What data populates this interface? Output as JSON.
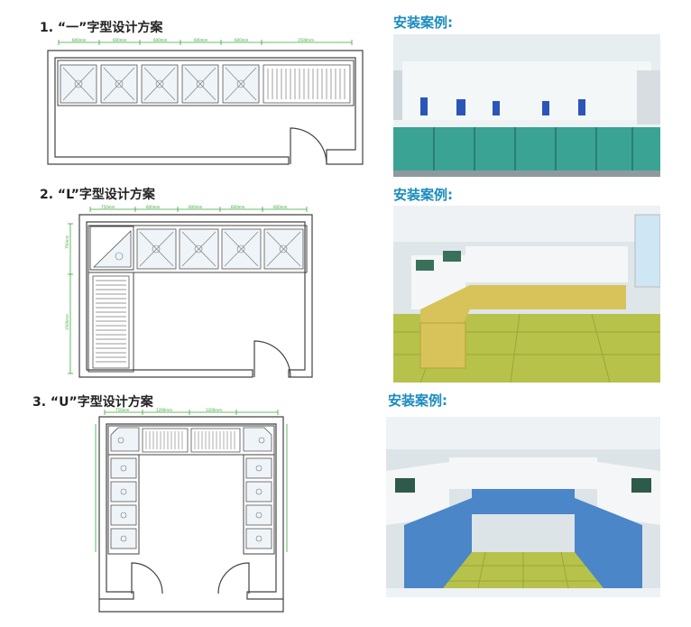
{
  "layouts": [
    {
      "title": "1. “一”字型设计方案",
      "example_label": "安装案例:",
      "dims": [
        "600mm",
        "600mm",
        "600mm",
        "600mm",
        "600mm",
        "1500mm"
      ]
    },
    {
      "title": "2. “L”字型设计方案",
      "example_label": "安装案例:",
      "dims_top": [
        "750mm",
        "600mm",
        "600mm",
        "600mm",
        "600mm"
      ],
      "dims_side": [
        "750mm",
        "1500mm"
      ]
    },
    {
      "title": "3. “U”字型设计方案",
      "example_label": "安装案例:",
      "dims_top": [
        "750mm",
        "1200mm",
        "1200mm"
      ]
    }
  ],
  "colors": {
    "plan_stroke": "#444444",
    "sink_fill": "#eef4f8",
    "dimension_green": "#3aa63a",
    "teal_cabinet": "#3aa394",
    "yellow_cabinet": "#d8c25a",
    "blue_cabinet": "#4a86c8",
    "floor_green": "#b6c24a",
    "title_blue": "#1a8bbf"
  }
}
